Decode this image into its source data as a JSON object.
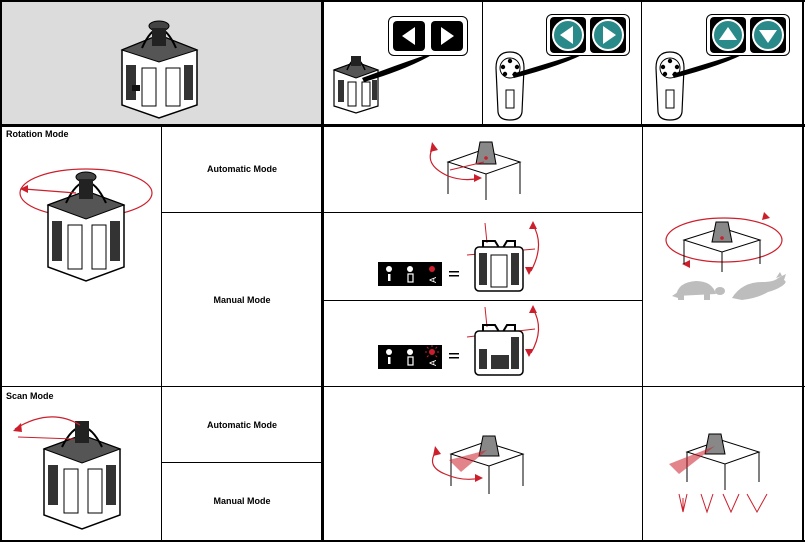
{
  "sections": {
    "rotation": {
      "title": "Rotation Mode",
      "automatic": "Automatic Mode",
      "manual": "Manual Mode"
    },
    "scan": {
      "title": "Scan Mode",
      "automatic": "Automatic Mode",
      "manual": "Manual Mode"
    }
  },
  "colors": {
    "laser_red": "#cc1f2b",
    "teal": "#2a8a8a",
    "header_gray": "#dcdcdc",
    "animal_gray": "#bdbdbd"
  },
  "icons": [
    "left-arrow-icon",
    "right-arrow-icon",
    "up-arrow-icon",
    "down-arrow-icon",
    "laser-unit-icon",
    "remote-control-icon",
    "status-panel-icon",
    "tortoise-icon",
    "hare-icon"
  ]
}
